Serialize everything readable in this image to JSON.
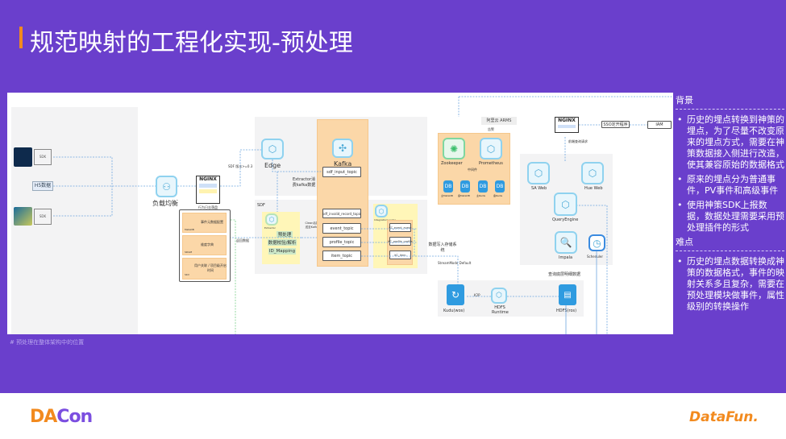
{
  "title": "规范映射的工程化实现-预处理",
  "caption": "# 预处理在整体架构中的位置",
  "diagram": {
    "h5": "H5数据",
    "sdk": "SDK",
    "load_balance": "负载均衡",
    "nginx": "NGINX",
    "nginx_sub": "行为日志落盘Nginx文件",
    "sdf_edge_label": "SDF 版本>=0.3",
    "edge": "Edge",
    "extractor_consume": "Extractor消费kafka数据",
    "sdf": "SDF",
    "extractor": "Extractor",
    "preprocess": "预处理",
    "parse": "数据校验/解析",
    "id_mapping": "ID_Mapping",
    "return_info": "返回数据",
    "config_rows": [
      "事件元数据配置",
      "维度字典",
      "用户关联 / 项目级开启时间"
    ],
    "config_icons": [
      "MetaDB",
      "SDGM",
      "SKV"
    ],
    "clean_label": "Clean后推送至Kafka",
    "kafka": "Kafka",
    "topics": [
      "sdf_input_topic",
      "sdf_invalid_record_topic",
      "event_topic",
      "profile_topic",
      "item_topic"
    ],
    "loader": "IntegrationLoader",
    "kc_topics": [
      "KC_event_event",
      "KC_profile_profile",
      "KC_item"
    ],
    "write_storage": "数据写入存储系统",
    "stream_mode": "StreamMode  Default",
    "arms": "阿里云 ARMS",
    "alarm": "告警",
    "zookeeper": "Zookeeper",
    "prometheus": "Prometheus",
    "middleware": "中间件",
    "dbs": [
      "主MetaDB",
      "备MetaDB",
      "主Redis",
      "备Redis"
    ],
    "db": "DB",
    "nginx2": "NGINX",
    "sso": "SSO定开程序",
    "iam": "IAM",
    "frontend_query": "前端查询请求",
    "sa_web": "SA Web",
    "hue_web": "Hue Web",
    "query_engine": "QueryEngine",
    "impala": "Impala",
    "scheduler": "Scheduler",
    "query_detail": "查询底层明细数据",
    "kudu": "Kudu(wos)",
    "k2p": "K2P",
    "hdfs_runtime": "HDFS Runtime",
    "hdfs_cos": "HDFS(ros)"
  },
  "right": {
    "background_heading": "背景",
    "background_items": [
      "历史的埋点转换到神策的埋点，为了尽量不改变原来的埋点方式，需要在神策数据接入侧进行改造，使其兼容原始的数据格式",
      "原来的埋点分为普通事件，PV事件和高级事件",
      "使用神策SDK上报数据，数据处理需要采用预处理插件的形式"
    ],
    "difficulty_heading": "难点",
    "difficulty_items": [
      "历史的埋点数据转换成神策的数据格式，事件的映射关系多且复杂，需要在预处理模块做事件，属性级别的转换操作"
    ]
  },
  "footer": {
    "left_logo": "DACon",
    "right_logo": "DataFun."
  },
  "colors": {
    "background": "#6a3fcc",
    "accent": "#f28a1e",
    "kafka": "#fbd7a8"
  }
}
